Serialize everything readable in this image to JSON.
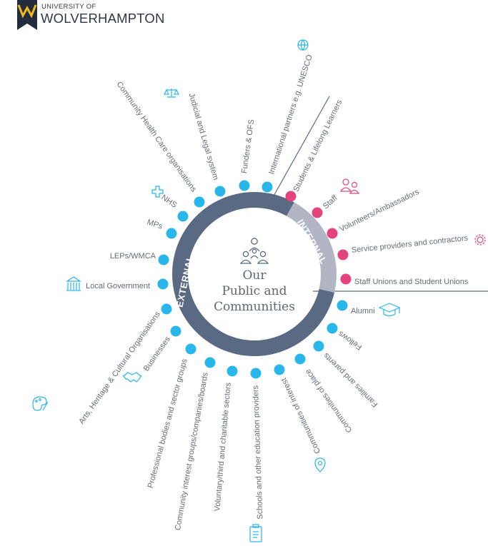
{
  "logo": {
    "line1": "UNIVERSITY OF",
    "line2": "WOLVERHAMPTON"
  },
  "center": {
    "lines": [
      "Our",
      "Public and",
      "Communities"
    ]
  },
  "ring": {
    "external": "EXTERNAL",
    "internal": "INTERNAL"
  },
  "colors": {
    "external": "#5a6a82",
    "internal": "#b1b5c4",
    "blue": "#29b6ea",
    "pink": "#e4447e",
    "text": "#666b73"
  },
  "stakeholders": [
    {
      "label": "International partners e.g. UNESCO",
      "group": "external",
      "icon": "globe-icon"
    },
    {
      "label": "Funders & OFS",
      "group": "external"
    },
    {
      "label": "Judicial and Legal system",
      "group": "external",
      "icon": "scales-icon"
    },
    {
      "label": "Community Health Care organisations",
      "group": "external"
    },
    {
      "label": "NHS",
      "group": "external",
      "icon": "medical-cross-icon"
    },
    {
      "label": "MPs",
      "group": "external"
    },
    {
      "label": "LEPs/WMCA",
      "group": "external"
    },
    {
      "label": "Local Government",
      "group": "external",
      "icon": "government-building-icon"
    },
    {
      "label": "Arts, Heritage & Cultural Organisations",
      "group": "external",
      "icon": "palette-icon"
    },
    {
      "label": "Businesses",
      "group": "external",
      "icon": "handshake-icon"
    },
    {
      "label": "Professional bodies and sector groups",
      "group": "external"
    },
    {
      "label": "Community interest groups/companies/boards",
      "group": "external"
    },
    {
      "label": "Voluntary/third and charitable sectors",
      "group": "external"
    },
    {
      "label": "Schools and other education providers",
      "group": "external",
      "icon": "clipboard-icon"
    },
    {
      "label": "Communities of interest",
      "group": "external",
      "icon": "location-pin-icon"
    },
    {
      "label": "Communities of place",
      "group": "external"
    },
    {
      "label": "Families and parents",
      "group": "external"
    },
    {
      "label": "Fellows",
      "group": "external"
    },
    {
      "label": "Alumni",
      "group": "external",
      "icon": "graduation-cap-icon"
    },
    {
      "label": "Students & Lifelong Learners",
      "group": "internal"
    },
    {
      "label": "Staff",
      "group": "internal",
      "icon": "people-icon"
    },
    {
      "label": "Volunteers/Ambassadors",
      "group": "internal"
    },
    {
      "label": "Service providers and contractors",
      "group": "internal",
      "icon": "gear-icon"
    },
    {
      "label": "Staff Unions and Student Unions",
      "group": "internal"
    }
  ]
}
